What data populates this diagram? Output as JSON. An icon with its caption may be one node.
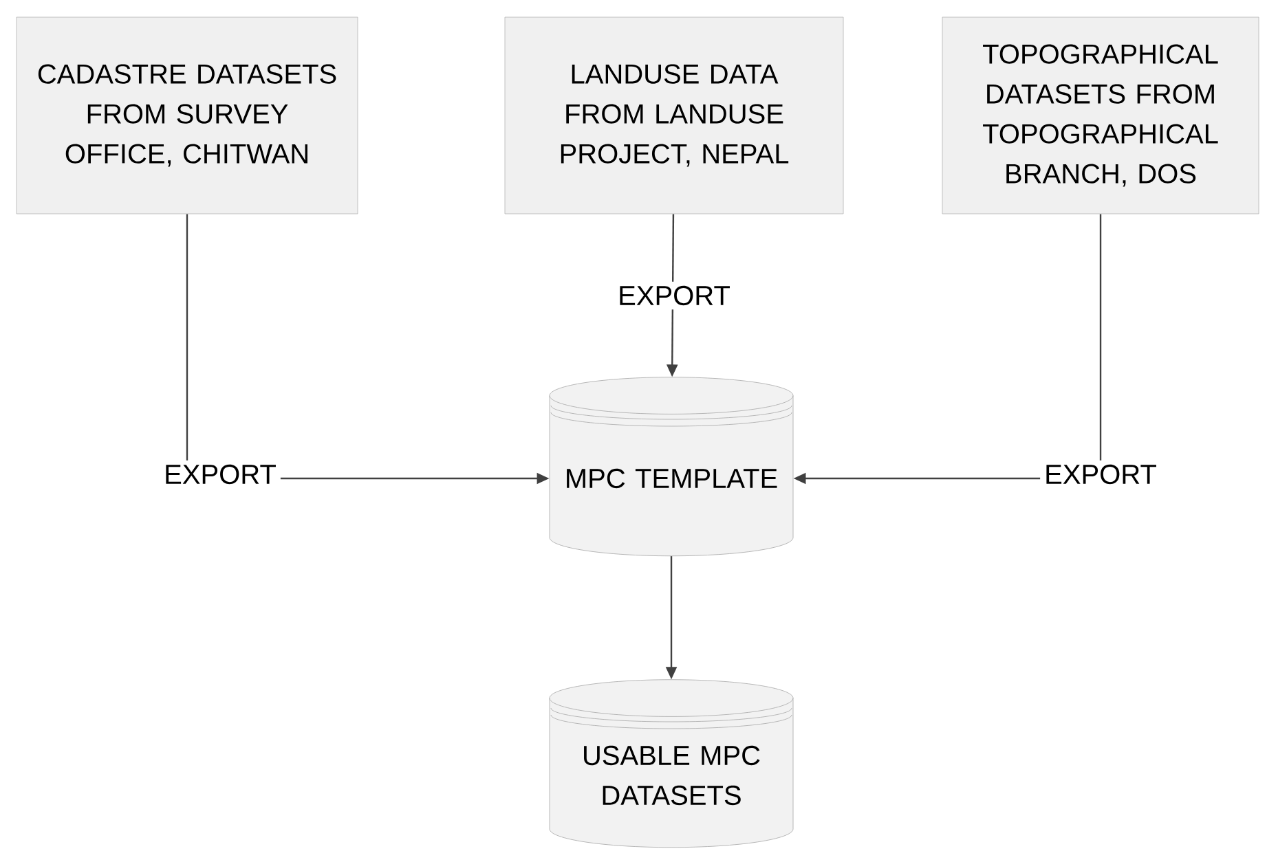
{
  "diagram": {
    "nodes": [
      {
        "text": [
          "CADASTRE DATASETS FROM SURVEY OFFICE, CHITWAN"
        ]
      },
      {
        "text": [
          "LANDUSE DATA FROM LANDUSE PROJECT, NEPAL"
        ]
      },
      {
        "text": [
          "TOPOGRAPHICAL DATASETS FROM TOPOGRAPHICAL BRANCH, DOS"
        ]
      },
      {
        "text": [
          "MPC TEMPLATE"
        ]
      },
      {
        "text": [
          "USABLE MPC DATASETS"
        ]
      }
    ],
    "edges": [
      {
        "from": 0,
        "to": 3,
        "arrow": "to",
        "label": "EXPORT"
      },
      {
        "from": 1,
        "to": 3,
        "arrow": "to",
        "label": "EXPORT"
      },
      {
        "from": 2,
        "to": 3,
        "arrow": "to",
        "label": "EXPORT"
      },
      {
        "from": 3,
        "to": 4,
        "arrow": "to"
      }
    ]
  }
}
